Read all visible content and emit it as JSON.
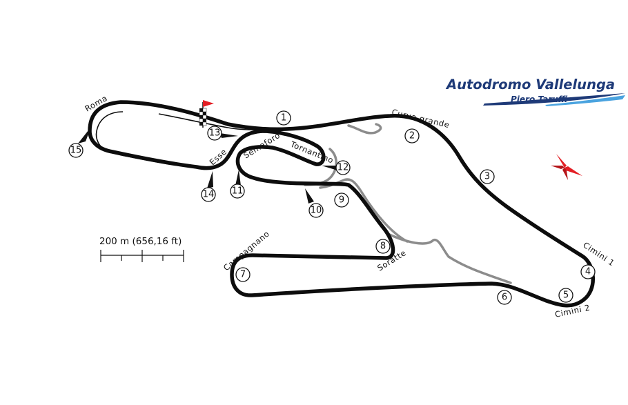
{
  "logo": {
    "title": "Autodromo Vallelunga",
    "subtitle": "Piero Taruffi",
    "color": "#1e3a78"
  },
  "scale": {
    "label": "200 m (656,16 ft)"
  },
  "colors": {
    "track": "#0d0d0d",
    "alternate_layout": "#8c8c8c",
    "start_flag": "#e31e24",
    "compass_rose": "#e31e24"
  },
  "turns": [
    "1",
    "2",
    "3",
    "4",
    "5",
    "6",
    "7",
    "8",
    "9",
    "10",
    "11",
    "12",
    "13",
    "14",
    "15"
  ],
  "corners": {
    "curva_grande": "Curva grande",
    "cimini_1": "Cimini 1",
    "cimini_2": "Cimini 2",
    "campagnano": "Campagnano",
    "soratte": "Soratte",
    "semaforo": "Semaforo",
    "tornantino": "Tornantino",
    "esse": "Esse",
    "roma": "Roma"
  }
}
